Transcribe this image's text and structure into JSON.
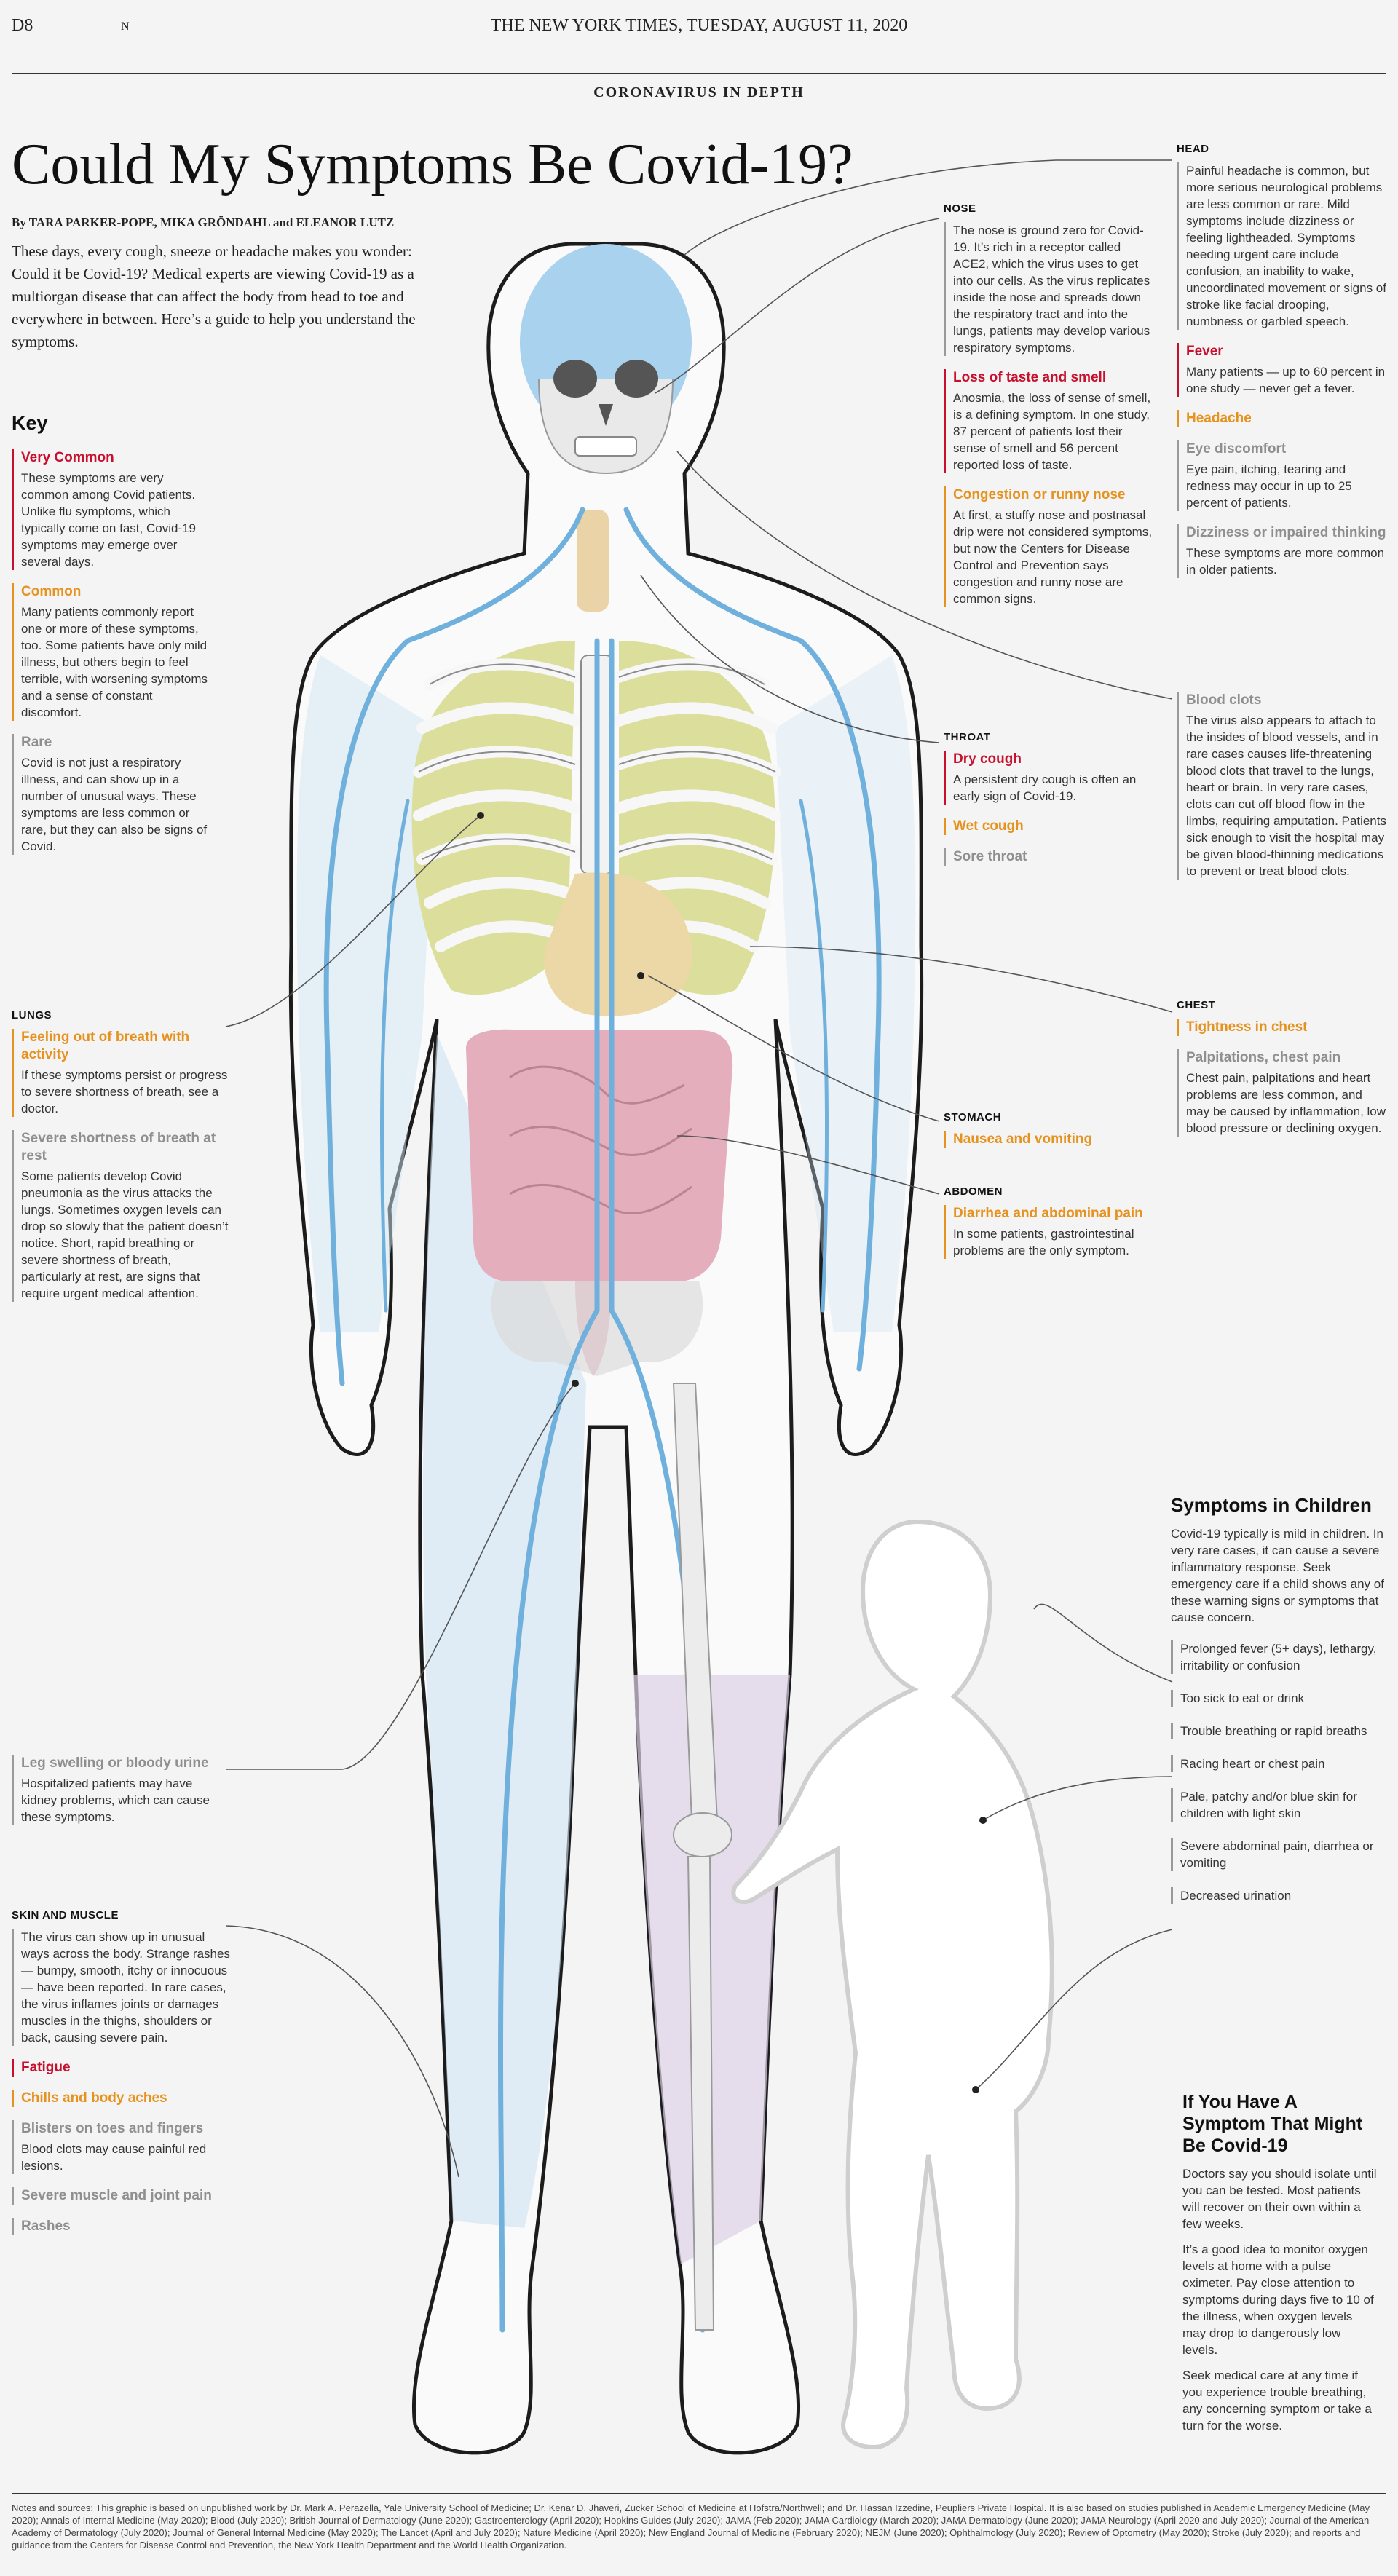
{
  "header": {
    "page": "D8",
    "edition": "N",
    "dateline": "THE NEW YORK TIMES, TUESDAY, AUGUST 11, 2020",
    "section": "CORONAVIRUS IN DEPTH"
  },
  "article": {
    "headline": "Could My Symptoms Be Covid-19?",
    "byline": "By TARA PARKER-POPE, MIKA GRÖNDAHL and ELEANOR LUTZ",
    "intro": "These days, every cough, sneeze or headache makes you wonder: Could it be Covid-19? Medical experts are viewing Covid-19 as a multiorgan disease that can affect the body from head to toe and everywhere in between. Here’s a guide to help you understand the symptoms."
  },
  "key": {
    "heading": "Key",
    "items": [
      {
        "label": "Very Common",
        "text": "These symptoms are very common among Covid patients. Unlike flu symptoms, which typically come on fast, Covid-19 symptoms may emerge over several days."
      },
      {
        "label": "Common",
        "text": "Many patients commonly report one or more of these symptoms, too. Some patients have only mild illness, but others begin to feel terrible, with worsening symptoms and a sense of constant discomfort."
      },
      {
        "label": "Rare",
        "text": "Covid is not just a respiratory illness, and can show up in a number of unusual ways. These symptoms are less common or rare, but they can also be signs of Covid."
      }
    ]
  },
  "lungs": {
    "section": "LUNGS",
    "items": [
      {
        "title": "Feeling out of breath with activity",
        "text": "If these symptoms persist or progress to severe shortness of breath, see a doctor."
      },
      {
        "title": "Severe shortness of breath at rest",
        "text": "Some patients develop Covid pneumonia as the virus attacks the lungs. Sometimes oxygen levels can drop so slowly that the patient doesn’t notice. Short, rapid breathing or severe shortness of breath, particularly at rest, are signs that require urgent medical attention."
      }
    ]
  },
  "leg": {
    "title": "Leg swelling or bloody urine",
    "text": "Hospitalized patients may have kidney problems, which can cause these symptoms."
  },
  "skin": {
    "section": "SKIN AND MUSCLE",
    "intro": "The virus can show up in unusual ways across the body. Strange rashes — bumpy, smooth, itchy or innocuous — have been reported. In rare cases, the virus inflames joints or damages muscles in the thighs, shoulders or back, causing severe pain.",
    "items": [
      {
        "title": "Fatigue",
        "text": ""
      },
      {
        "title": "Chills and body aches",
        "text": ""
      },
      {
        "title": "Blisters on toes and fingers",
        "text": "Blood clots may cause painful red lesions."
      },
      {
        "title": "Severe muscle and joint pain",
        "text": ""
      },
      {
        "title": "Rashes",
        "text": ""
      }
    ]
  },
  "nose": {
    "section": "NOSE",
    "intro": "The nose is ground zero for Covid-19. It’s rich in a receptor called ACE2, which the virus uses to get into our cells. As the virus replicates inside the nose and spreads down the respiratory tract and into the lungs, patients may develop various respiratory symptoms.",
    "items": [
      {
        "title": "Loss of taste and smell",
        "text": "Anosmia, the loss of sense of smell, is a defining symptom. In one study, 87 percent of patients lost their sense of smell and 56 percent reported loss of taste."
      },
      {
        "title": "Congestion or runny nose",
        "text": "At first, a stuffy nose and postnasal drip were not considered symptoms, but now the Centers for Disease Control and Prevention says congestion and runny nose are common signs."
      }
    ]
  },
  "throat": {
    "section": "THROAT",
    "items": [
      {
        "title": "Dry cough",
        "text": "A persistent dry cough is often an early sign of Covid-19."
      },
      {
        "title": "Wet cough",
        "text": ""
      },
      {
        "title": "Sore throat",
        "text": ""
      }
    ]
  },
  "stomach": {
    "section": "STOMACH",
    "items": [
      {
        "title": "Nausea and vomiting",
        "text": ""
      }
    ]
  },
  "abdomen": {
    "section": "ABDOMEN",
    "items": [
      {
        "title": "Diarrhea and abdominal pain",
        "text": "In some patients, gastrointestinal problems are the only symptom."
      }
    ]
  },
  "head": {
    "section": "HEAD",
    "intro": "Painful headache is common, but more serious neurological problems are less common or rare. Mild symptoms include dizziness or feeling lightheaded. Symptoms needing urgent care include confusion, an inability to wake, uncoordinated movement or signs of stroke like facial drooping, numbness or garbled speech.",
    "items": [
      {
        "title": "Fever",
        "text": "Many patients — up to 60 percent in one study — never get a fever."
      },
      {
        "title": "Headache",
        "text": ""
      },
      {
        "title": "Eye discomfort",
        "text": "Eye pain, itching, tearing and redness may occur in up to 25 percent of patients."
      },
      {
        "title": "Dizziness or impaired thinking",
        "text": "These symptoms are more common in older patients."
      }
    ]
  },
  "blood": {
    "title": "Blood clots",
    "text": "The virus also appears to attach to the insides of blood vessels, and in rare cases causes life-threatening blood clots that travel to the lungs, heart or brain. In very rare cases, clots can cut off blood flow in the limbs, requiring amputation. Patients sick enough to visit the hospital may be given blood-thinning medications to prevent or treat blood clots."
  },
  "chest": {
    "section": "CHEST",
    "items": [
      {
        "title": "Tightness in chest",
        "text": ""
      },
      {
        "title": "Palpitations, chest pain",
        "text": "Chest pain, palpitations and heart problems are less common, and may be caused by inflammation, low blood pressure or declining oxygen."
      }
    ]
  },
  "children": {
    "title": "Symptoms in Children",
    "intro": "Covid-19 typically is mild in children. In very rare cases, it can cause a severe inflammatory response. Seek emergency care if a child shows any of these warning signs or symptoms that cause concern.",
    "items": [
      "Prolonged fever (5+ days), lethargy, irritability or confusion",
      "Too sick to eat or drink",
      "Trouble breathing or rapid breaths",
      "Racing heart or chest pain",
      "Pale, patchy and/or blue skin for children with light skin",
      "Severe abdominal pain, diarrhea or vomiting",
      "Decreased urination"
    ]
  },
  "ifyou": {
    "title": "If You Have A Symptom That Might Be Covid-19",
    "paragraphs": [
      "Doctors say you should isolate until you can be tested. Most patients will recover on their own within a few weeks.",
      "It’s a good idea to monitor oxygen levels at home with a pulse oximeter. Pay close attention to symptoms during days five to 10 of the illness, when oxygen levels may drop to dangerously low levels.",
      "Seek medical care at any time if you experience trouble breathing, any concerning symptom or take a turn for the worse."
    ]
  },
  "notes": "Notes and sources: This graphic is based on unpublished work by Dr. Mark A. Perazella, Yale University School of Medicine; Dr. Kenar D. Jhaveri, Zucker School of Medicine at Hofstra/Northwell; and Dr. Hassan Izzedine, Peupliers Private Hospital. It is also based on studies published in Academic Emergency Medicine (May 2020); Annals of Internal Medicine (May 2020); Blood (July 2020); British Journal of Dermatology (June 2020); Gastroenterology (April 2020); Hopkins Guides (July 2020); JAMA (Feb 2020); JAMA Cardiology (March 2020); JAMA Dermatology (June 2020); JAMA Neurology (April 2020 and July 2020); Journal of the American Academy of Dermatology (July 2020); Journal of General Internal Medicine (May 2020); The Lancet (April and July 2020); Nature Medicine (April 2020); New England Journal of Medicine (February 2020); NEJM (June 2020); Ophthalmology (July 2020); Review of Optometry (May 2020); Stroke (July 2020); and reports and guidance from the Centers for Disease Control and Prevention, the New York Health Department and the World Health Organization.",
  "colors": {
    "very_common": "#c8102e",
    "common": "#e6921e",
    "rare": "#9a9a9a",
    "vein": "#6fb0dc",
    "lung": "#d9dc9a",
    "intestine": "#e2a9b8",
    "stomach": "#ead7a6"
  }
}
